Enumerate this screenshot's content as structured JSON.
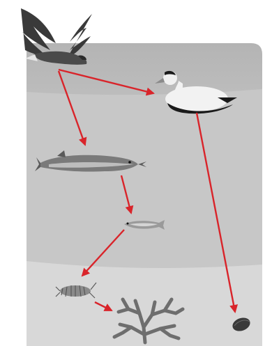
{
  "diagram": {
    "type": "food web",
    "organisms": [
      {
        "id": "eagle",
        "icon": "eagle-icon"
      },
      {
        "id": "eider",
        "icon": "eider-duck-icon"
      },
      {
        "id": "pike",
        "icon": "pike-icon"
      },
      {
        "id": "stickleback",
        "icon": "stickleback-icon"
      },
      {
        "id": "isopod",
        "icon": "isopod-icon"
      },
      {
        "id": "algae",
        "icon": "bladderwrack-icon"
      },
      {
        "id": "mussel",
        "icon": "mussel-icon"
      }
    ],
    "links": [
      {
        "from": "eagle",
        "to": "eider"
      },
      {
        "from": "eagle",
        "to": "pike"
      },
      {
        "from": "pike",
        "to": "stickleback"
      },
      {
        "from": "stickleback",
        "to": "isopod"
      },
      {
        "from": "isopod",
        "to": "algae"
      },
      {
        "from": "eider",
        "to": "mussel"
      }
    ]
  },
  "colors": {
    "arrow": "#d9242a",
    "sky": "#b9b9b9",
    "water": "#c7c7c7",
    "seabed": "#d9d9d9",
    "background": "#ffffff"
  }
}
